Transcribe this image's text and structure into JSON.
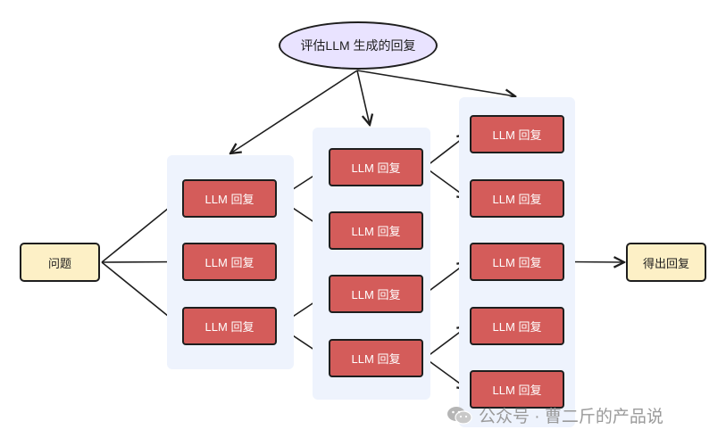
{
  "colors": {
    "llm_fill": "#d45c5a",
    "terminal_fill": "#fdf0c6",
    "goal_fill": "#e9e3ff",
    "panel_fill": "#eef3fd",
    "stroke": "#1e1e1e"
  },
  "diagram": {
    "goal": "评估LLM 生成的回复",
    "question": "问题",
    "answer": "得出回复",
    "layers": [
      {
        "nodes": [
          "LLM 回复",
          "LLM 回复",
          "LLM 回复"
        ]
      },
      {
        "nodes": [
          "LLM 回复",
          "LLM 回复",
          "LLM 回复",
          "LLM 回复"
        ]
      },
      {
        "nodes": [
          "LLM 回复",
          "LLM 回复",
          "LLM 回复",
          "LLM 回复",
          "LLM 回复"
        ]
      }
    ]
  },
  "watermark": {
    "icon": "wechat-icon",
    "text": "公众号 · 曹二斤的产品说"
  }
}
